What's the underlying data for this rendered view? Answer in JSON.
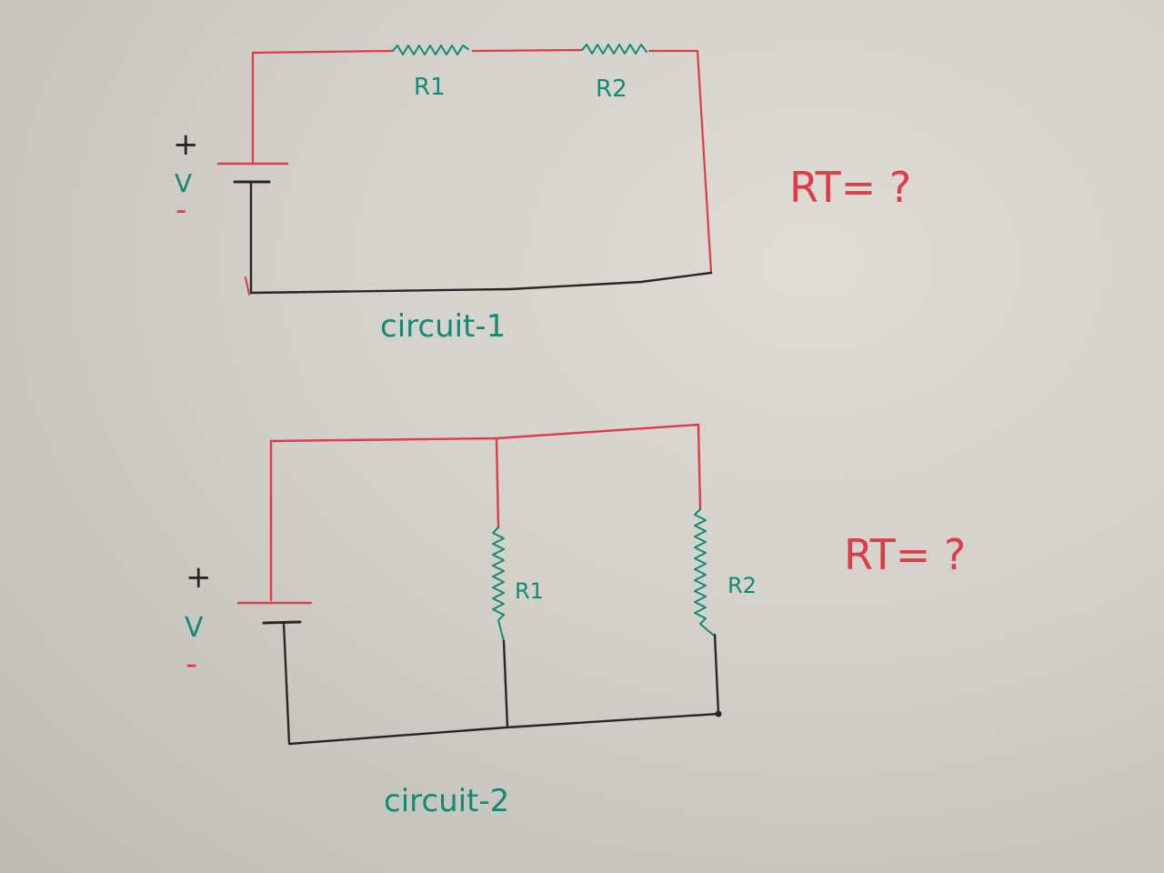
{
  "colors": {
    "red": "#e23a48",
    "green": "#138a72",
    "black": "#2a2628",
    "paper": "#d6d4ce"
  },
  "circuit1": {
    "caption": "circuit-1",
    "r1_label": "R1",
    "r2_label": "R2",
    "plus": "+",
    "minus": "-",
    "v": "V",
    "question": "RT= ?"
  },
  "circuit2": {
    "caption": "circuit-2",
    "r1_label": "R1",
    "r2_label": "R2",
    "plus": "+",
    "minus": "-",
    "v": "V",
    "question": "RT= ?"
  }
}
